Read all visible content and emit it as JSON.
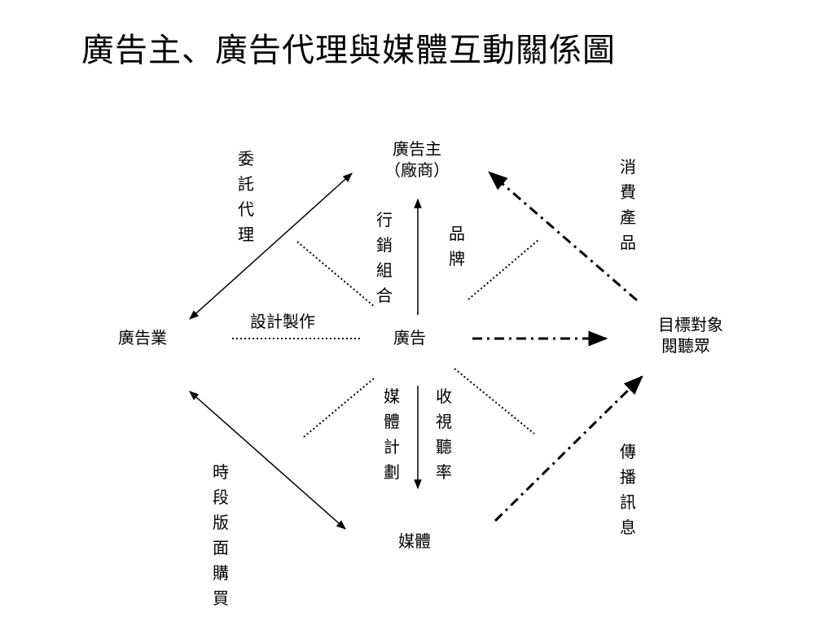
{
  "title": "廣告主、廣告代理與媒體互動關係圖",
  "nodes": {
    "advertiser_line1": "廣告主",
    "advertiser_line2": "（廠商）",
    "agency": "廣告業",
    "ad": "廣告",
    "media": "媒體",
    "target_line1": "目標對象",
    "target_line2": "閱聽眾"
  },
  "labels": {
    "entrust_agency": "委\n託\n代\n理",
    "marketing_mix": "行\n銷\n組\n合",
    "brand": "品\n牌",
    "consume_product": "消\n費\n產\n品",
    "design_production": "設計製作",
    "media_plan": "媒\n體\n計\n劃",
    "ratings": "收\n視\n聽\n率",
    "time_space_purchase": "時\n段\n版\n面\n購\n買",
    "deliver_message": "傳\n播\n訊\n息"
  }
}
